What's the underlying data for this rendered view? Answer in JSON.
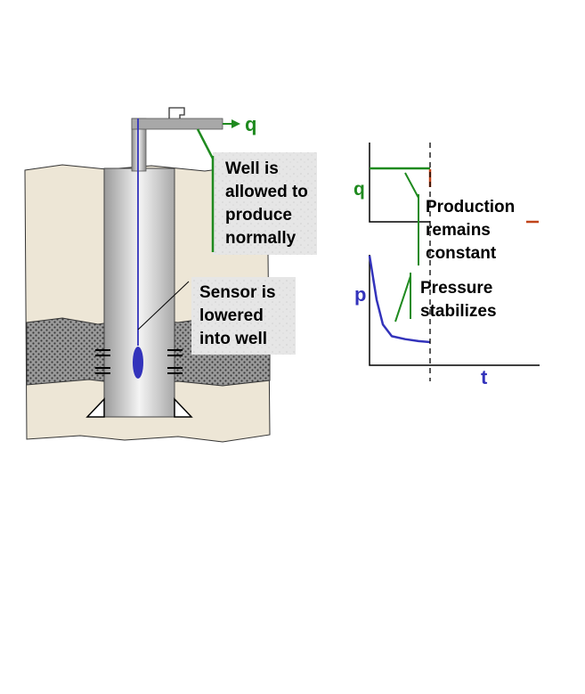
{
  "labels": {
    "well_flow_q": "q",
    "callout_well": [
      "Well is",
      "allowed to",
      "produce",
      "normally"
    ],
    "callout_sensor": [
      "Sensor is",
      "lowered",
      "into well"
    ],
    "chart_q_axis": "q",
    "chart_p_axis": "p",
    "chart_t_axis": "t",
    "callout_production": [
      "Production",
      "remains",
      "constant"
    ],
    "callout_pressure": [
      "Pressure",
      "stabilizes"
    ]
  },
  "colors": {
    "rate_green": "#1f8a1f",
    "pressure_blue": "#3333bb",
    "rock": "#ede6d6",
    "orange_mark": "#c0441a"
  },
  "chart_data": [
    {
      "type": "line",
      "name": "rate-panel",
      "xlabel": "",
      "ylabel": "q",
      "series": [
        {
          "values": [
            1,
            1,
            1,
            1,
            1
          ]
        }
      ],
      "note": "rate constant until dashed time marker"
    },
    {
      "type": "line",
      "name": "pressure-panel",
      "xlabel": "t",
      "ylabel": "p",
      "series": [
        {
          "values": [
            1.0,
            0.55,
            0.3,
            0.18,
            0.15,
            0.13,
            0.12
          ]
        }
      ],
      "note": "pressure drops then stabilizes"
    }
  ]
}
